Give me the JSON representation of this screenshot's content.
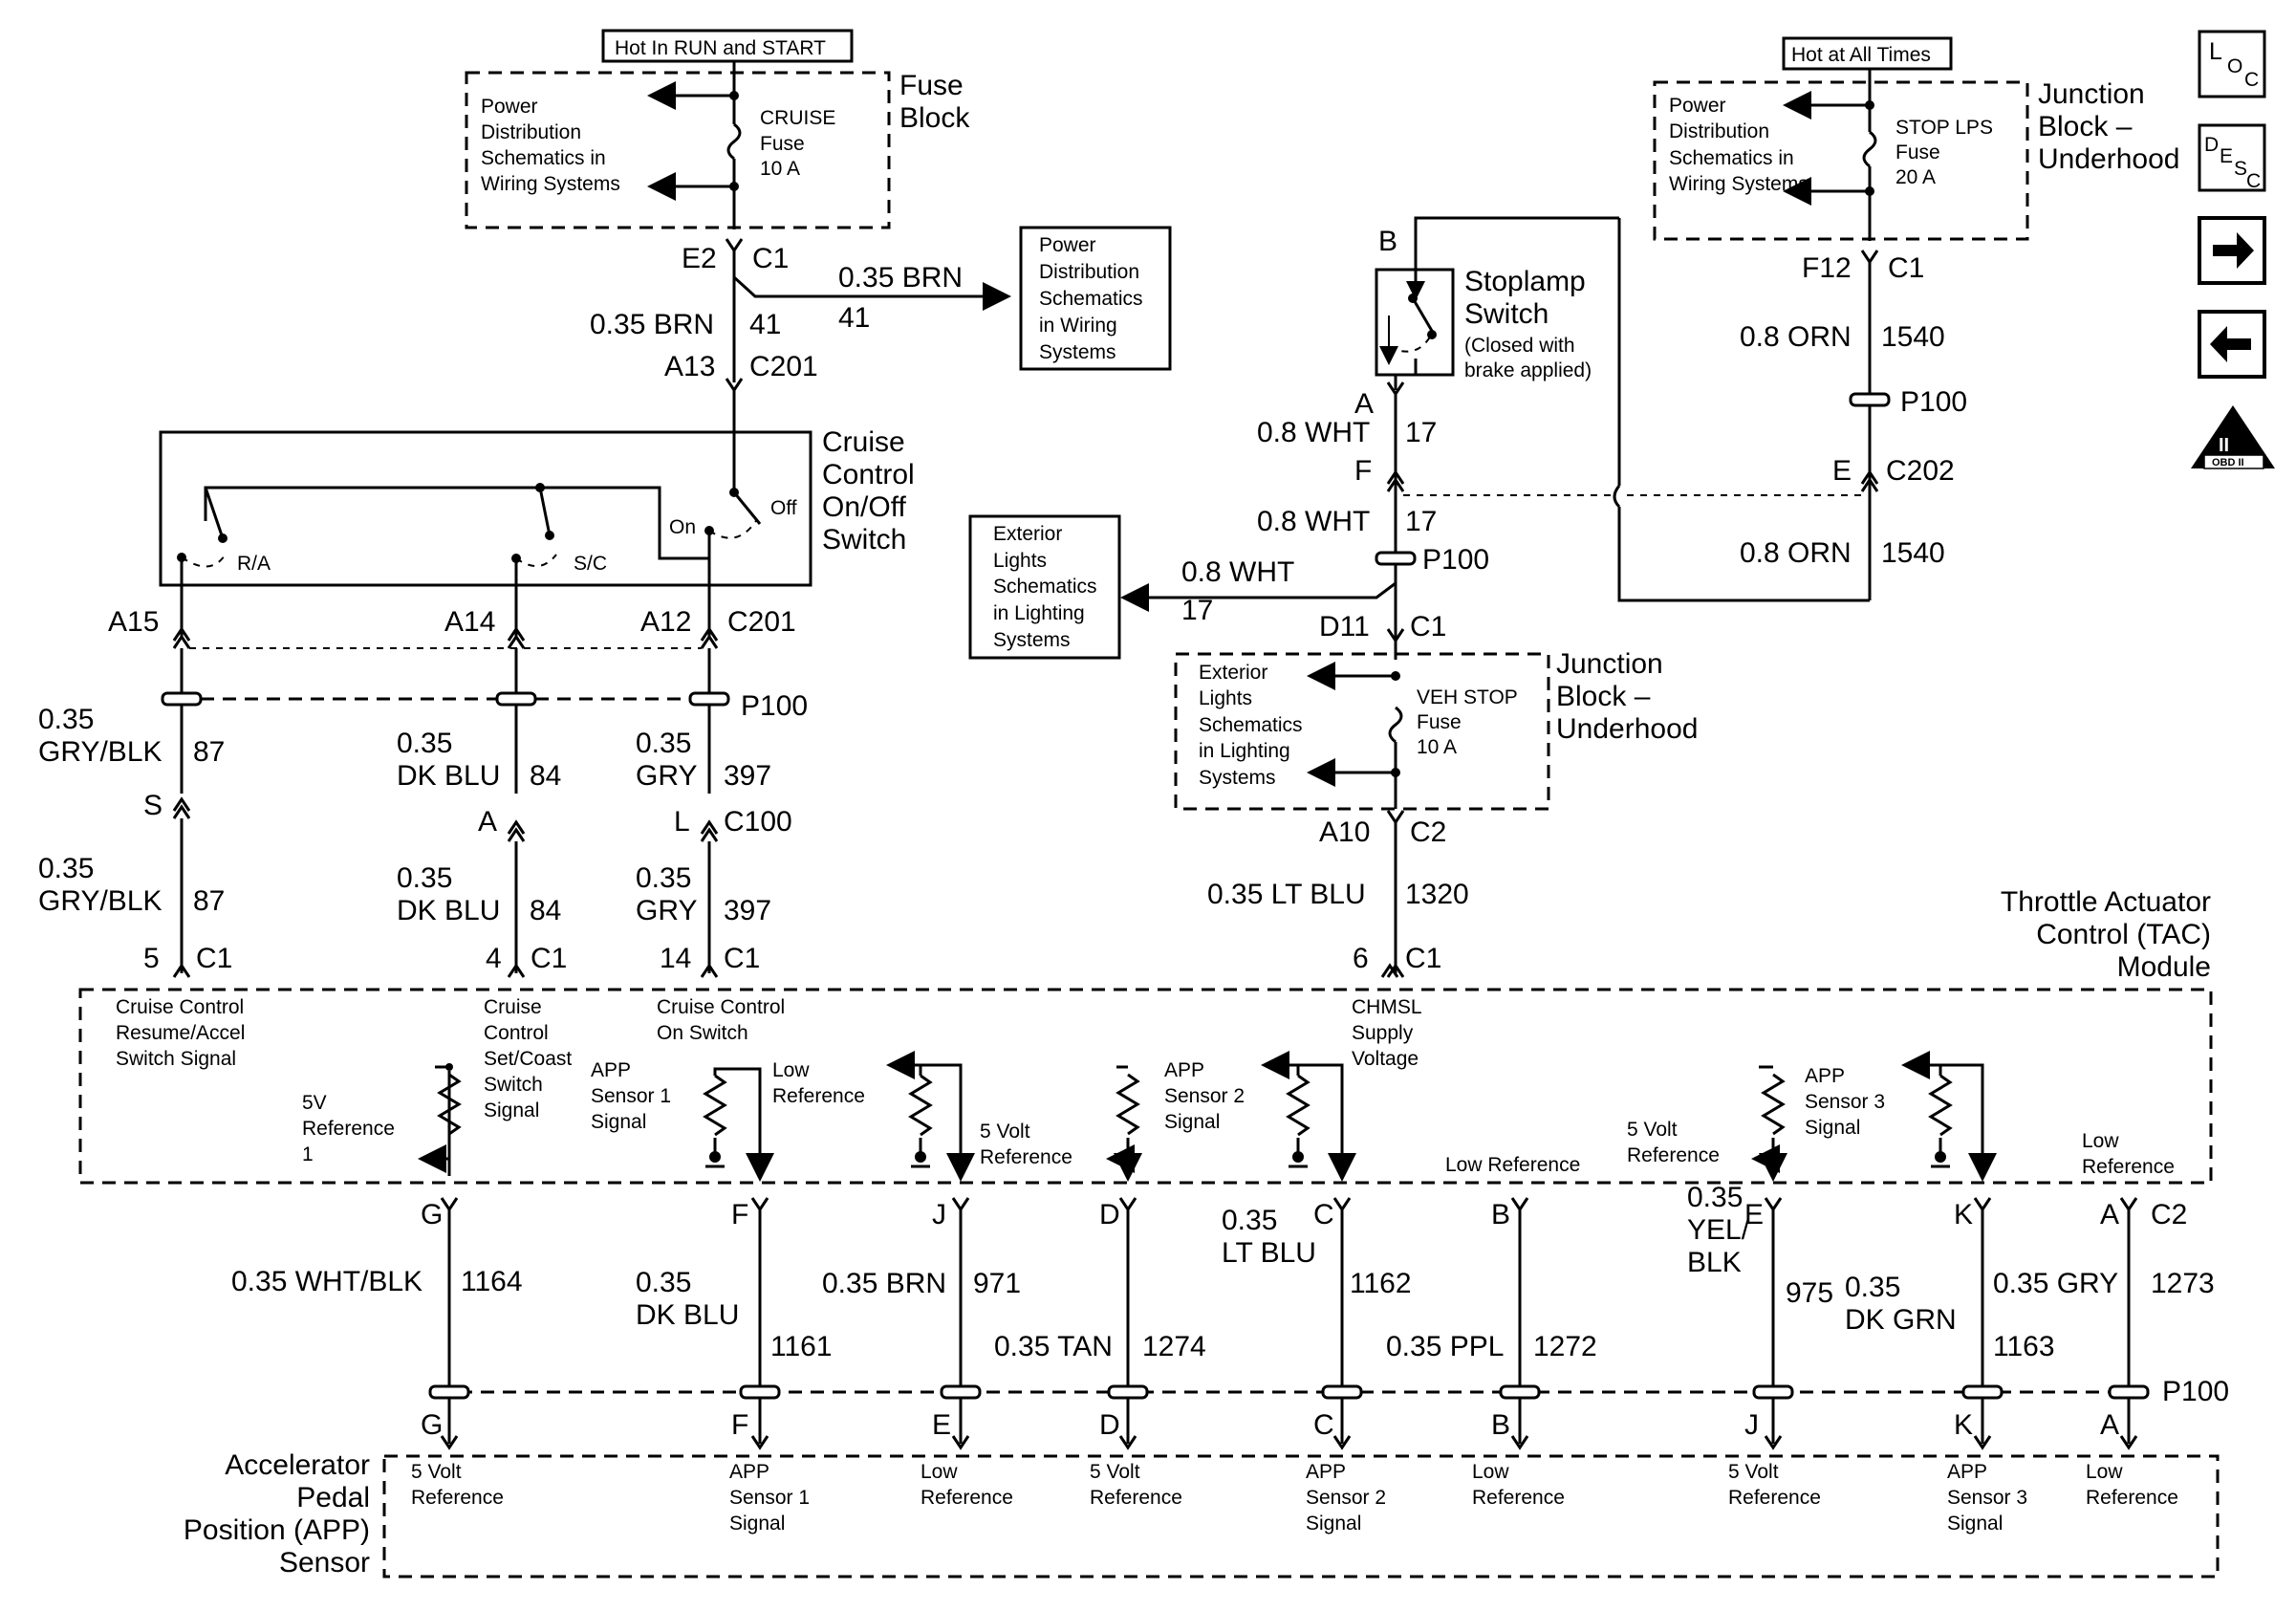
{
  "fuse_block": {
    "header": "Hot In RUN and START",
    "title_line1": "Fuse",
    "title_line2": "Block",
    "ref": [
      "Power",
      "Distribution",
      "Schematics in",
      "Wiring Systems"
    ],
    "fuse": [
      "CRUISE",
      "Fuse",
      "10 A"
    ]
  },
  "junction_top": {
    "header": "Hot at All Times",
    "title": [
      "Junction",
      "Block –",
      "Underhood"
    ],
    "ref": [
      "Power",
      "Distribution",
      "Schematics in",
      "Wiring Systems"
    ],
    "fuse": [
      "STOP LPS",
      "Fuse",
      "20 A"
    ]
  },
  "power_ref_box": [
    "Power",
    "Distribution",
    "Schematics",
    "in Wiring",
    "Systems"
  ],
  "ext_lights_box": [
    "Exterior",
    "Lights",
    "Schematics",
    "in Lighting",
    "Systems"
  ],
  "cruise_switch": {
    "title": [
      "Cruise",
      "Control",
      "On/Off",
      "Switch"
    ],
    "ra": "R/A",
    "sc": "S/C",
    "on": "On",
    "off": "Off"
  },
  "stoplamp": {
    "title": [
      "Stoplamp",
      "Switch"
    ],
    "note": [
      "(Closed with",
      "brake applied)"
    ],
    "pin_b": "B",
    "pin_a": "A"
  },
  "junction_mid": {
    "title": [
      "Junction",
      "Block –",
      "Underhood"
    ],
    "ref": [
      "Exterior",
      "Lights",
      "Schematics",
      "in Lighting",
      "Systems"
    ],
    "fuse": [
      "VEH STOP",
      "Fuse",
      "10 A"
    ]
  },
  "tac": {
    "title": [
      "Throttle Actuator",
      "Control (TAC)",
      "Module"
    ],
    "labels": {
      "resume": [
        "Cruise Control",
        "Resume/Accel",
        "Switch Signal"
      ],
      "setcoast": [
        "Cruise",
        "Control",
        "Set/Coast",
        "Switch",
        "Signal"
      ],
      "onswitch": [
        "Cruise Control",
        "On Switch"
      ],
      "chmsl": [
        "CHMSL",
        "Supply",
        "Voltage"
      ],
      "ref5v1": [
        "5V",
        "Reference",
        "1"
      ],
      "app1": [
        "APP",
        "Sensor 1",
        "Signal"
      ],
      "low1": [
        "Low",
        "Reference"
      ],
      "ref5v2": [
        "5 Volt",
        "Reference"
      ],
      "app2": [
        "APP",
        "Sensor 2",
        "Signal"
      ],
      "low2": "Low Reference",
      "ref5v3": [
        "5 Volt",
        "Reference"
      ],
      "app3": [
        "APP",
        "Sensor 3",
        "Signal"
      ],
      "low3": [
        "Low",
        "Reference"
      ]
    }
  },
  "app_sensor": {
    "title": [
      "Accelerator",
      "Pedal",
      "Position (APP)",
      "Sensor"
    ],
    "labels": [
      [
        "5 Volt",
        "Reference"
      ],
      [
        "APP",
        "Sensor 1",
        "Signal"
      ],
      [
        "Low",
        "Reference"
      ],
      [
        "5 Volt",
        "Reference"
      ],
      [
        "APP",
        "Sensor 2",
        "Signal"
      ],
      [
        "Low",
        "Reference"
      ],
      [
        "5 Volt",
        "Reference"
      ],
      [
        "APP",
        "Sensor 3",
        "Signal"
      ],
      [
        "Low",
        "Reference"
      ]
    ]
  },
  "conn": {
    "e2": "E2",
    "c1": "C1",
    "a13": "A13",
    "c201": "C201",
    "a15": "A15",
    "a14": "A14",
    "a12": "A12",
    "p100": "P100",
    "s": "S",
    "a": "A",
    "l": "L",
    "c100": "C100",
    "pin5": "5",
    "pin4": "4",
    "pin14": "14",
    "pin6": "6",
    "f12": "F12",
    "e": "E",
    "c202": "C202",
    "f": "F",
    "d11": "D11",
    "a10": "A10",
    "c2": "C2"
  },
  "wires": {
    "brn41_size": "0.35 BRN",
    "brn41_circ": "41",
    "gryblk_size": [
      "0.35",
      "GRY/BLK"
    ],
    "gryblk_circ": "87",
    "dkblu_size": [
      "0.35",
      "DK BLU"
    ],
    "dkblu_circ": "84",
    "gry_size": [
      "0.35",
      "GRY"
    ],
    "gry_circ": "397",
    "wht_size": "0.8 WHT",
    "wht_circ": "17",
    "orn_size": "0.8 ORN",
    "orn_circ": "1540",
    "ltblu_size": "0.35 LT BLU",
    "ltblu_circ": "1320"
  },
  "app_wires": [
    {
      "top": "G",
      "bot": "G",
      "size": "0.35 WHT/BLK",
      "circ": "1164"
    },
    {
      "top": "F",
      "bot": "F",
      "size": [
        "0.35",
        "DK BLU"
      ],
      "circ": "1161"
    },
    {
      "top": "J",
      "bot": "E",
      "size": "0.35 BRN",
      "circ": "971"
    },
    {
      "top": "D",
      "bot": "D",
      "size": "0.35 TAN",
      "circ": "1274"
    },
    {
      "top": "C",
      "bot": "C",
      "size": [
        "0.35",
        "LT BLU"
      ],
      "circ": "1162"
    },
    {
      "top": "B",
      "bot": "B",
      "size": "0.35 PPL",
      "circ": "1272"
    },
    {
      "top": "E",
      "bot": "J",
      "size": [
        "0.35",
        "YEL/",
        "BLK"
      ],
      "circ": "975"
    },
    {
      "top": "K",
      "bot": "K",
      "size": [
        "0.35",
        "DK GRN"
      ],
      "circ": "1163"
    },
    {
      "top": "A",
      "bot": "A",
      "size": "0.35 GRY",
      "circ": "1273"
    }
  ],
  "icons": {
    "loc": [
      "L",
      "O",
      "C"
    ],
    "desc": [
      "D",
      "E",
      "S",
      "C"
    ],
    "obd_numeral": "II",
    "obd_label": "OBD II"
  }
}
